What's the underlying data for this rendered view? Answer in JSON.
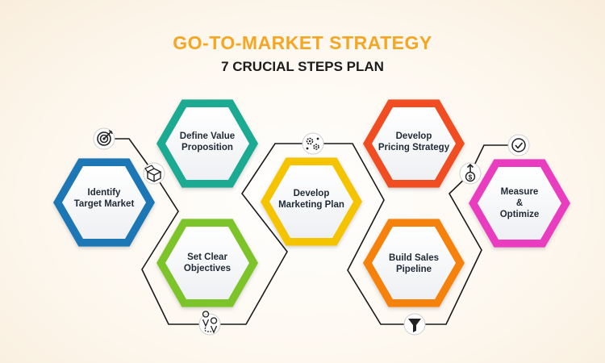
{
  "header": {
    "title": "GO-TO-MARKET STRATEGY",
    "subtitle": "7 CRUCIAL STEPS PLAN"
  },
  "colors": {
    "title": "#f5a623",
    "subtitle": "#1c1c1c",
    "connector": "#1a1a1a"
  },
  "steps": [
    {
      "label": "Identify\nTarget Market",
      "color": "#1f77b4",
      "icon": "target-icon"
    },
    {
      "label": "Define Value\nProposition",
      "color": "#1aaa92",
      "icon": "box-icon"
    },
    {
      "label": "Set Clear\nObjectives",
      "color": "#7dc42a",
      "icon": "route-pins-icon"
    },
    {
      "label": "Develop\nMarketing Plan",
      "color": "#f5c400",
      "icon": "gears-icon"
    },
    {
      "label": "Develop\nPricing Strategy",
      "color": "#f04e23",
      "icon": "dollar-arrow-icon"
    },
    {
      "label": "Build Sales\nPipeline",
      "color": "#f5820f",
      "icon": "funnel-icon"
    },
    {
      "label": "Measure\n&\nOptimize",
      "color": "#e93ec0",
      "icon": "check-icon"
    }
  ]
}
